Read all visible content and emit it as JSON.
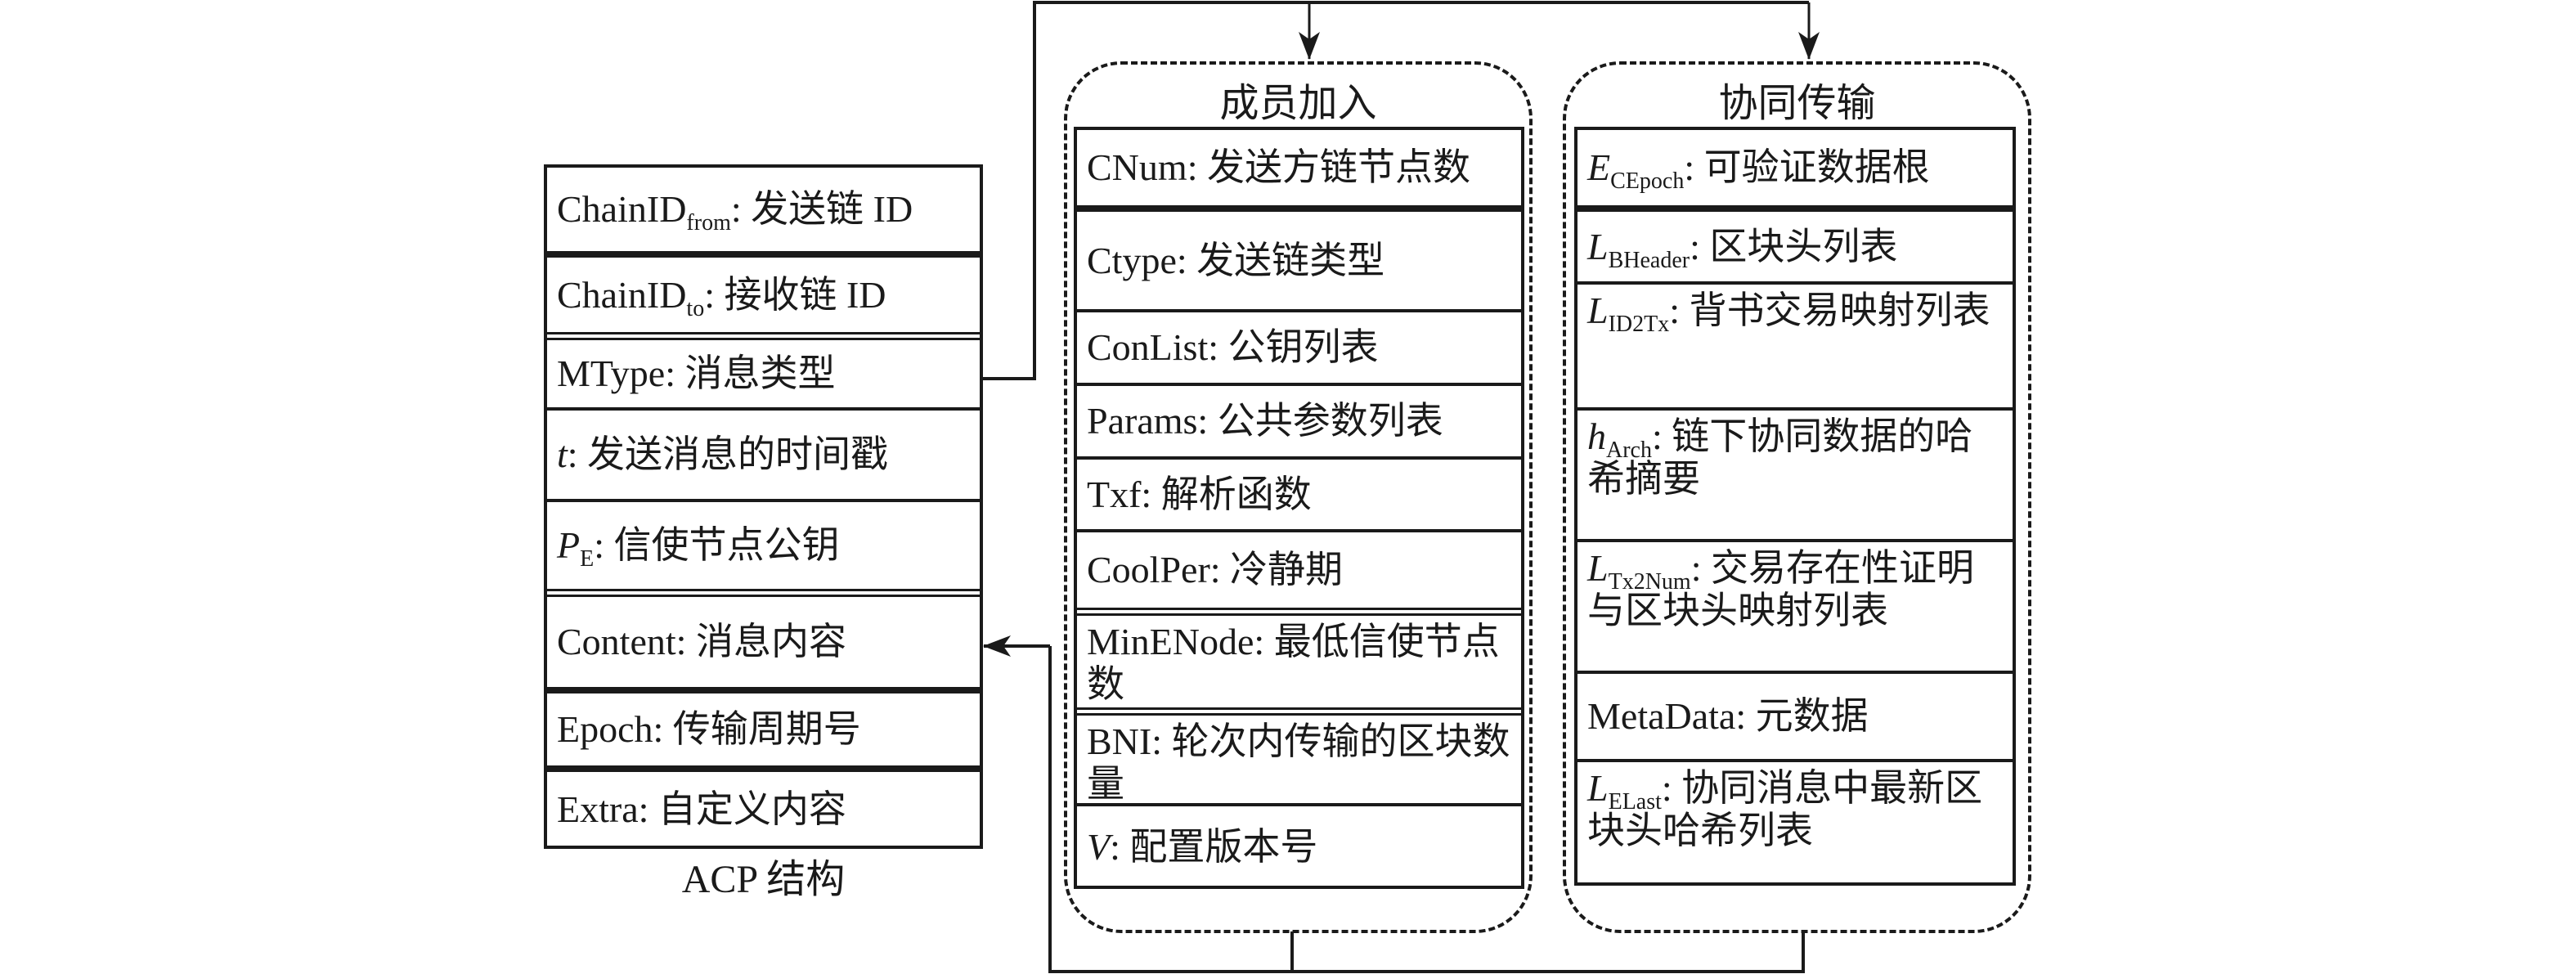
{
  "diagram": {
    "acp": {
      "caption": "ACP 结构",
      "fields": [
        {
          "name": "ChainID",
          "sub": "from",
          "italic": false,
          "desc": ": 发送链 ID"
        },
        {
          "name": "ChainID",
          "sub": "to",
          "italic": false,
          "desc": ": 接收链 ID"
        },
        {
          "name": "MType",
          "sub": "",
          "italic": false,
          "desc": ": 消息类型"
        },
        {
          "name": "t",
          "sub": "",
          "italic": true,
          "desc": ": 发送消息的时间戳"
        },
        {
          "name": "P",
          "sub": "E",
          "italic": true,
          "desc": ": 信使节点公钥"
        },
        {
          "name": "Content",
          "sub": "",
          "italic": false,
          "desc": ": 消息内容"
        },
        {
          "name": "Epoch",
          "sub": "",
          "italic": false,
          "desc": ": 传输周期号"
        },
        {
          "name": "Extra",
          "sub": "",
          "italic": false,
          "desc": ": 自定义内容"
        }
      ]
    },
    "member_join": {
      "title": "成员加入",
      "fields": [
        {
          "name": "CNum",
          "sub": "",
          "italic": false,
          "desc": ": 发送方链节点数"
        },
        {
          "name": "Ctype",
          "sub": "",
          "italic": false,
          "desc": ": 发送链类型"
        },
        {
          "name": "ConList",
          "sub": "",
          "italic": false,
          "desc": ": 公钥列表"
        },
        {
          "name": "Params",
          "sub": "",
          "italic": false,
          "desc": ": 公共参数列表"
        },
        {
          "name": "Txf",
          "sub": "",
          "italic": false,
          "desc": ": 解析函数"
        },
        {
          "name": "CoolPer",
          "sub": "",
          "italic": false,
          "desc": ": 冷静期"
        },
        {
          "name": "MinENode",
          "sub": "",
          "italic": false,
          "desc": ": 最低信使节点数"
        },
        {
          "name": "BNI",
          "sub": "",
          "italic": false,
          "desc": ": 轮次内传输的区块数量"
        },
        {
          "name": "V",
          "sub": "",
          "italic": true,
          "desc": ": 配置版本号"
        }
      ]
    },
    "co_transfer": {
      "title": "协同传输",
      "fields": [
        {
          "name": "E",
          "sub": "CEpoch",
          "italic": true,
          "desc": ": 可验证数据根"
        },
        {
          "name": "L",
          "sub": "BHeader",
          "italic": true,
          "desc": ": 区块头列表"
        },
        {
          "name": "L",
          "sub": "ID2Tx",
          "italic": true,
          "desc": ": 背书交易映射列表"
        },
        {
          "name": "h",
          "sub": "Arch",
          "italic": true,
          "desc": ": 链下协同数据的哈希摘要"
        },
        {
          "name": "L",
          "sub": "Tx2Num",
          "italic": true,
          "desc": ": 交易存在性证明与区块头映射列表"
        },
        {
          "name": "MetaData",
          "sub": "",
          "italic": false,
          "desc": ": 元数据"
        },
        {
          "name": "L",
          "sub": "ELast",
          "italic": true,
          "desc": ": 协同消息中最新区块头哈希列表"
        }
      ]
    },
    "connections": [
      {
        "from": "acp.MType",
        "to": "member_join",
        "type": "arrow"
      },
      {
        "from": "acp.MType",
        "to": "co_transfer",
        "type": "arrow"
      },
      {
        "from": "member_join",
        "to": "acp.Content",
        "type": "arrow"
      },
      {
        "from": "co_transfer",
        "to": "acp.Content",
        "type": "arrow"
      }
    ]
  }
}
